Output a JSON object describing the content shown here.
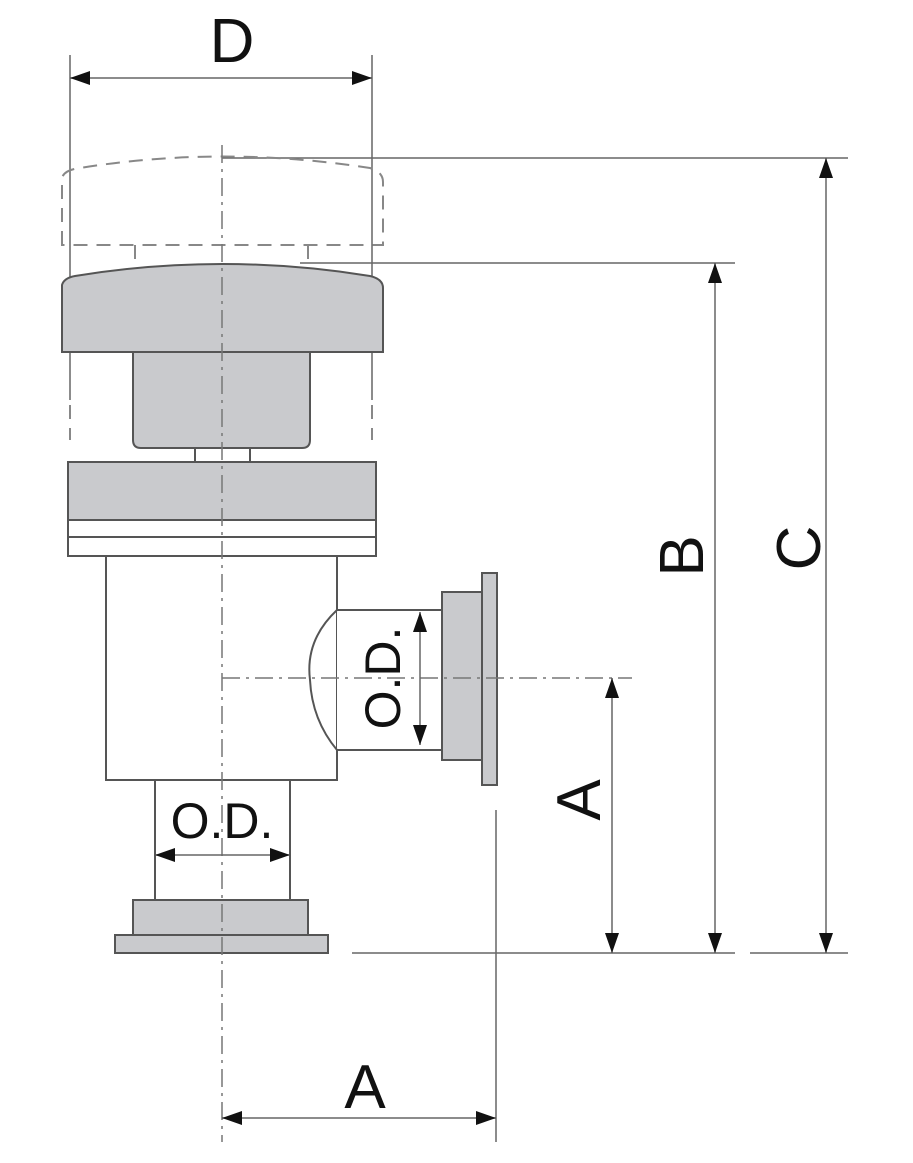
{
  "labels": {
    "d": "D",
    "b": "B",
    "c": "C",
    "a_vertical": "A",
    "a_horizontal": "A",
    "od_bottom": "O.D.",
    "od_side": "O.D."
  },
  "colors": {
    "part_fill": "#c9cacd",
    "line": "#555555"
  }
}
